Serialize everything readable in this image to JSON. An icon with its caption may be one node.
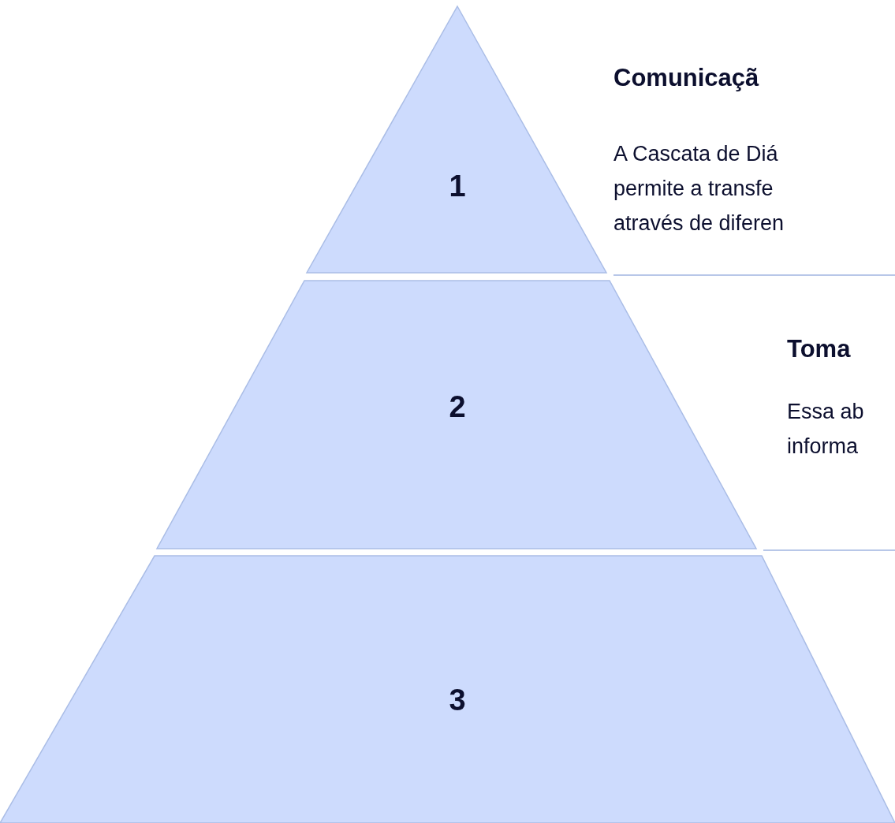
{
  "diagram": {
    "nodes": [
      {
        "text": [
          "1"
        ]
      },
      {
        "text": [
          "2"
        ]
      },
      {
        "text": [
          "3"
        ]
      }
    ],
    "labels": [
      "Comunicaçã",
      "A Cascata de Diá permite a transfe através de diferen",
      "Toma",
      "Essa ab informa"
    ]
  }
}
